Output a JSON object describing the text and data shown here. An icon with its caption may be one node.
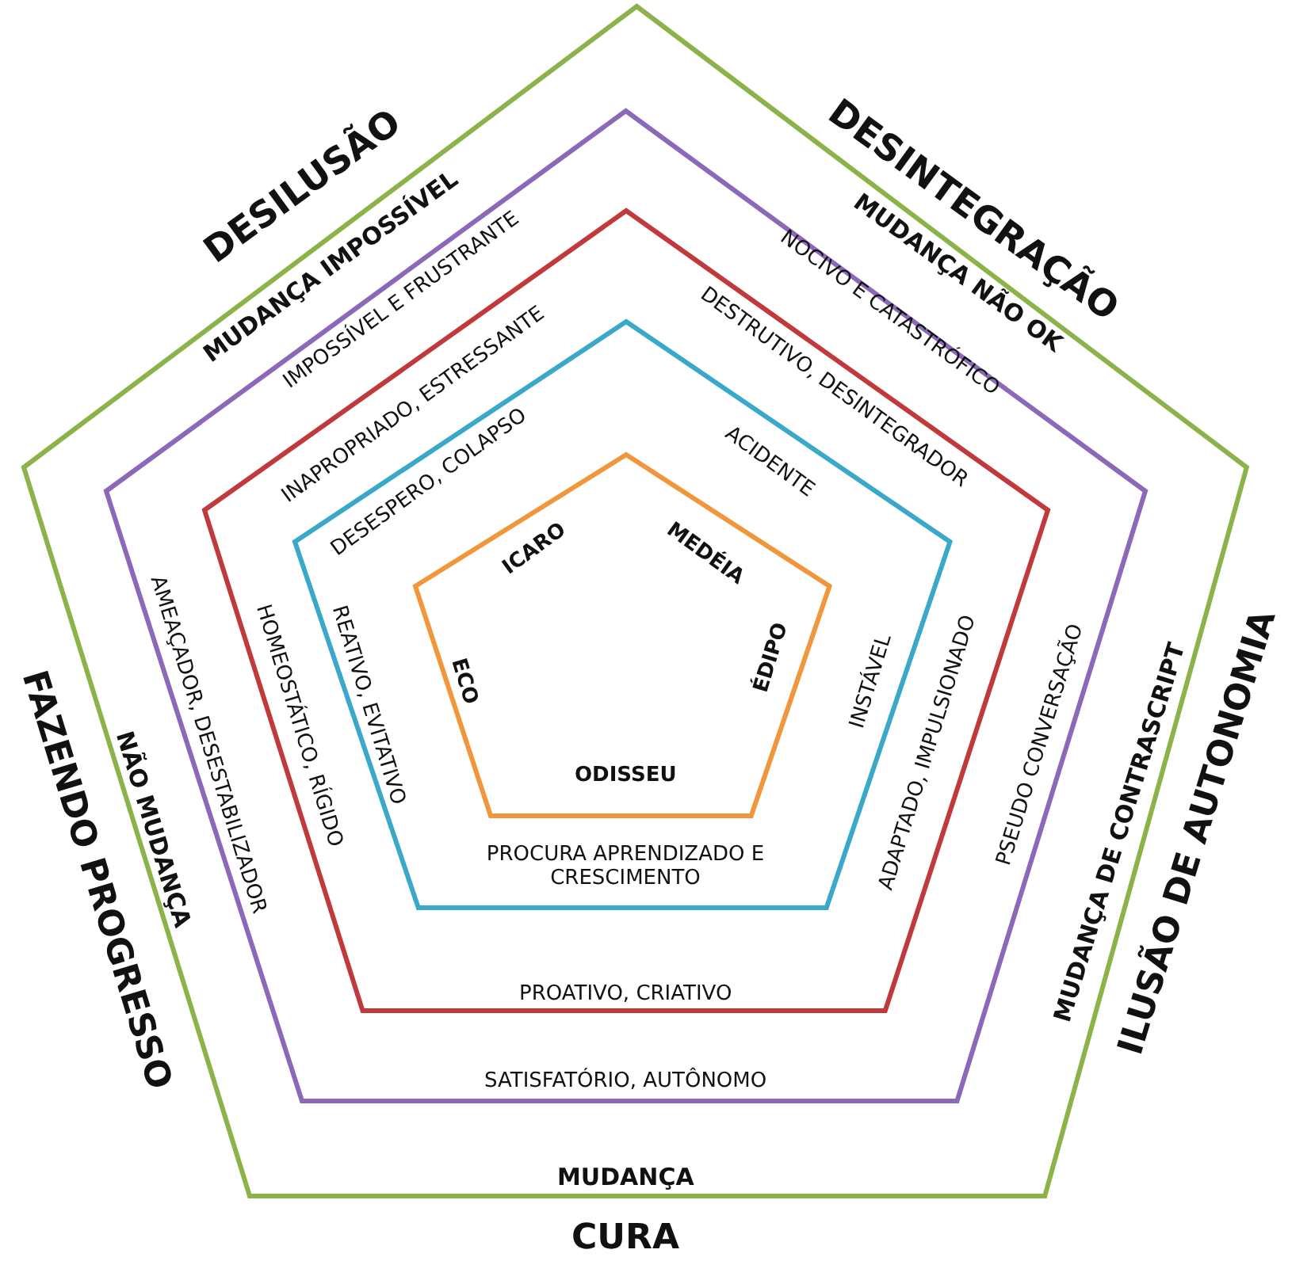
{
  "diagram": {
    "nodes": [
      {
        "text": [
          "DESILUSÃO",
          "DESINTEGRAÇÃO",
          "MUDANÇA IMPOSSÍVEL",
          "MUDANÇA NÃO OK",
          "ILUSÃO DE AUTONOMIA",
          "FAZENDO PROGRESSO",
          "MUDANÇA DE CONTRASCRIPT",
          "NÃO MUDANÇA",
          "MUDANÇA",
          "CURA"
        ]
      },
      {
        "text": [
          "IMPOSSÍVEL E FRUSTRANTE",
          "NOCIVO E CATASTRÓFICO",
          "PSEUDO CONVERSAÇÃO",
          "SATISFATÓRIO, AUTÔNOMO",
          "AMEAÇADOR, DESESTABILIZADOR"
        ],
        "in": 0
      },
      {
        "text": [
          "INAPROPRIADO, ESTRESSANTE",
          "DESTRUTIVO, DESINTEGRADOR",
          "ADAPTADO, IMPULSIONADO",
          "PROATIVO, CRIATIVO",
          "HOMEOSTÁTICO, RÍGIDO"
        ],
        "in": 1
      },
      {
        "text": [
          "DESESPERO, COLAPSO",
          "ACIDENTE",
          "INSTÁVEL",
          "PROCURA APRENDIZADO E CRESCIMENTO",
          "REATIVO, EVITATIVO"
        ],
        "in": 2
      },
      {
        "text": [
          "ICARO",
          "MEDÉIA",
          "ÉDIPO",
          "ODISSEU",
          "ECO"
        ],
        "in": 3
      }
    ]
  }
}
